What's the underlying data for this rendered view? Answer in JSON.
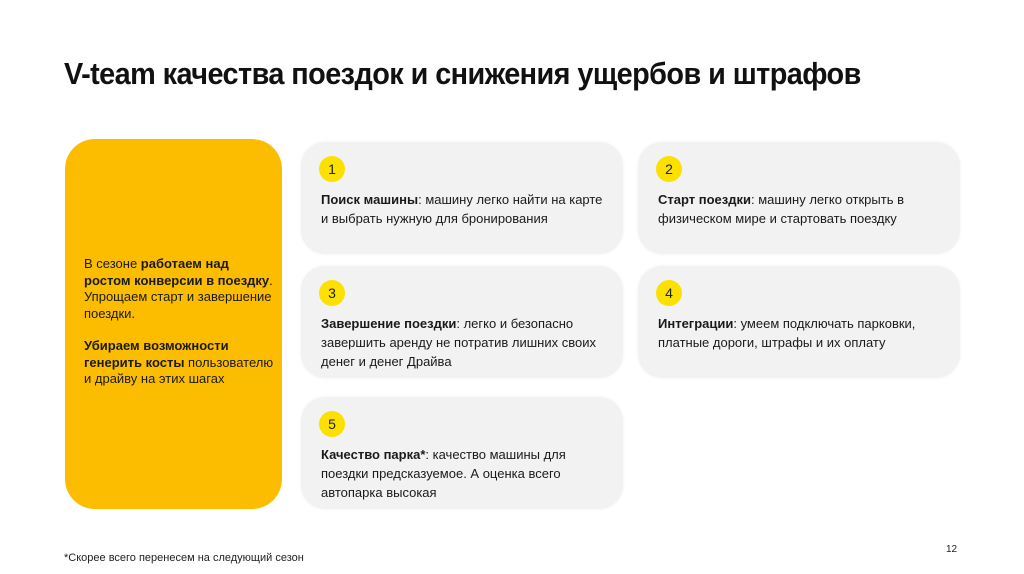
{
  "slide": {
    "title": "V-team качества поездок и снижения ущербов и штрафов",
    "page_number": "12",
    "footnote": "*Скорее всего перенесем на следующий сезон",
    "colors": {
      "panel_yellow": "#fcbd00",
      "badge_yellow": "#fce000",
      "card_gray": "#f2f2f2"
    }
  },
  "side_panel": {
    "p1": {
      "t1": "В сезоне ",
      "b1": "работаем над ростом конверсии в поездку",
      "t2": ". Упрощаем старт и завершение поездки."
    },
    "p2": {
      "b1": "Убираем возможности генерить косты",
      "t1": " пользователю и драйву на этих шагах"
    }
  },
  "cards": [
    {
      "number": "1",
      "heading": "Поиск машины",
      "text": ": машину легко найти на карте и выбрать нужную для бронирования"
    },
    {
      "number": "2",
      "heading": "Старт поездки",
      "text": ": машину легко открыть в физическом мире и стартовать поездку"
    },
    {
      "number": "3",
      "heading": "Завершение поездки",
      "text": ": легко и безопасно завершить аренду не потратив лишних своих денег и денег Драйва"
    },
    {
      "number": "4",
      "heading": "Интеграции",
      "text": ": умеем подключать парковки, платные дороги, штрафы и их оплату"
    },
    {
      "number": "5",
      "heading": "Качество парка*",
      "text": ": качество машины для поездки предсказуемое. А оценка всего автопарка высокая"
    }
  ]
}
